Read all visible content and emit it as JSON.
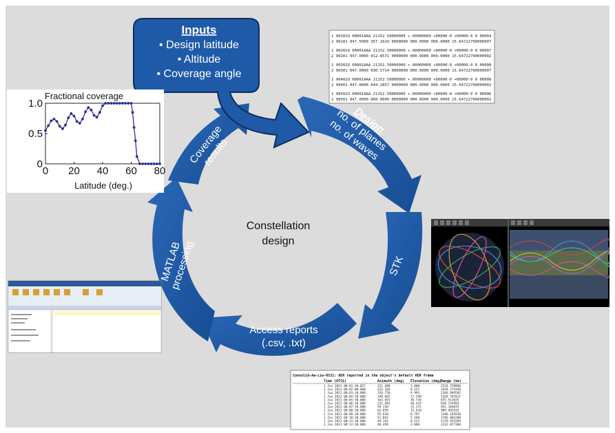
{
  "center": {
    "line1": "Constellation",
    "line2": "design"
  },
  "inputs": {
    "title": "Inputs",
    "items": [
      "• Design latitude",
      "• Altitude",
      "• Coverage angle"
    ]
  },
  "design": {
    "title": "Design",
    "line1": "no. of planes",
    "line2": "no. of waves"
  },
  "stk": {
    "label": "STK"
  },
  "access": {
    "line1": "Access reports",
    "line2": "(.csv, .txt)"
  },
  "matlab": {
    "line1": "MATLAB",
    "line2": "processing"
  },
  "coverage": {
    "line1": "Coverage",
    "line2": "results"
  },
  "colors": {
    "arrow": "#1f5aa8",
    "arrow_dark": "#123f7c",
    "background": "#dcdcdc",
    "plot_line": "#2b2f8f"
  },
  "chart_data": {
    "type": "line",
    "title": "Fractional coverage",
    "xlabel": "Latitude (deg.)",
    "ylabel": "",
    "xlim": [
      0,
      80
    ],
    "ylim": [
      0,
      1.0
    ],
    "xticks": [
      "0",
      "20",
      "40",
      "60",
      "80"
    ],
    "yticks": [
      "0",
      "0.5",
      "1.0"
    ],
    "series": [
      {
        "x": [
          0,
          2,
          4,
          6,
          8,
          10,
          12,
          14,
          16,
          18,
          20,
          22,
          24,
          26,
          28,
          30,
          32,
          34,
          36,
          38,
          40,
          42,
          44,
          46,
          48,
          50,
          52,
          54,
          56,
          58,
          60,
          61,
          62,
          63,
          64,
          66,
          68,
          70,
          72,
          74,
          76,
          78,
          80
        ],
        "y": [
          0.55,
          0.63,
          0.71,
          0.74,
          0.7,
          0.62,
          0.58,
          0.64,
          0.76,
          0.83,
          0.79,
          0.7,
          0.67,
          0.74,
          0.86,
          0.93,
          0.89,
          0.8,
          0.77,
          0.85,
          0.96,
          1.0,
          1.0,
          1.0,
          1.0,
          1.0,
          1.0,
          1.0,
          1.0,
          1.0,
          1.0,
          0.85,
          0.6,
          0.38,
          0.12,
          0.0,
          0.0,
          0.0,
          0.0,
          0.0,
          0.0,
          0.0,
          0.0
        ]
      }
    ]
  },
  "tle_lines": [
    "1 90102U 00001AAA 21152.50000000 +.00000000 +00000-0 +00000-0 0 00004",
    "2 90101 047.5000 357.1629 0000000 000.0000 000.0000 15.64722790000007",
    "1 90202U 00001AAA 21152.50000000 +.00000000 +00000-0 +00000-0 0 00007",
    "2 90201 047.0000 012.8571 0000000 000.0000 000.0000 15.64722790000002",
    "1 90302U 00001AAA 21152.50000000 +.00000000 +00000-0 +00000-0 0 00008",
    "2 90301 047.0000 030.5714 0000000 000.0000 000.0000 15.64722790000007",
    "1 90402U 00001AAA 21152.50000000 +.00000000 +00000-0 +00000-0 0 00008",
    "2 90401 047.0000 044.2857 0000000 000.0000 000.0000 15.64722790000002",
    "1 90502U 00001AAA 21152.50000000 +.00000000 +00000-0 +00000-0 0 00006",
    "2 90501 047.0000 060.0000 0000000 000.0000 000.0000 15.64722790000002"
  ],
  "report": {
    "header": "Consolid-Aa-Lie-0531: AER reported in the object's default AER frame",
    "columns": [
      "Time (UTCG)",
      "Azimuth (deg)",
      "Elevation (deg)",
      "Range (km)"
    ],
    "rows": [
      [
        "1 Jun 2021 00:01:30.027",
        "321.608",
        "3.000",
        "2234.759888"
      ],
      [
        "1 Jun 2021 00:02:00.000",
        "324.184",
        "6.237",
        "1928.275448"
      ],
      [
        "1 Jun 2021 00:03:30.000",
        "328.750",
        "9.993",
        "1366.969502"
      ],
      [
        "1 Jun 2021 00:04:30.000",
        "190.601",
        "17.290",
        "1269.707021"
      ],
      [
        "1 Jun 2021 00:05:30.000",
        "163.691",
        "30.710",
        "875.512025"
      ],
      [
        "1 Jun 2021 00:06:30.000",
        "132.983",
        "40.415",
        "838.174493"
      ],
      [
        "1 Jun 2021 00:07:30.000",
        "95.250",
        "32.371",
        "951.185075"
      ],
      [
        "1 Jun 2021 00:08:30.000",
        "62.859",
        "15.610",
        "989.493293"
      ],
      [
        "1 Jun 2021 00:09:30.000",
        "55.620",
        "8.797",
        "1346.183930"
      ],
      [
        "1 Jun 2021 00:10:30.000",
        "51.842",
        "5.268",
        "1766.803208"
      ],
      [
        "1 Jun 2021 00:11:30.000",
        "49.163",
        "0.131",
        "2179.455289"
      ],
      [
        "1 Jun 2021 00:12:30.000",
        "48.499",
        "3.000",
        "2232.077360"
      ]
    ]
  }
}
